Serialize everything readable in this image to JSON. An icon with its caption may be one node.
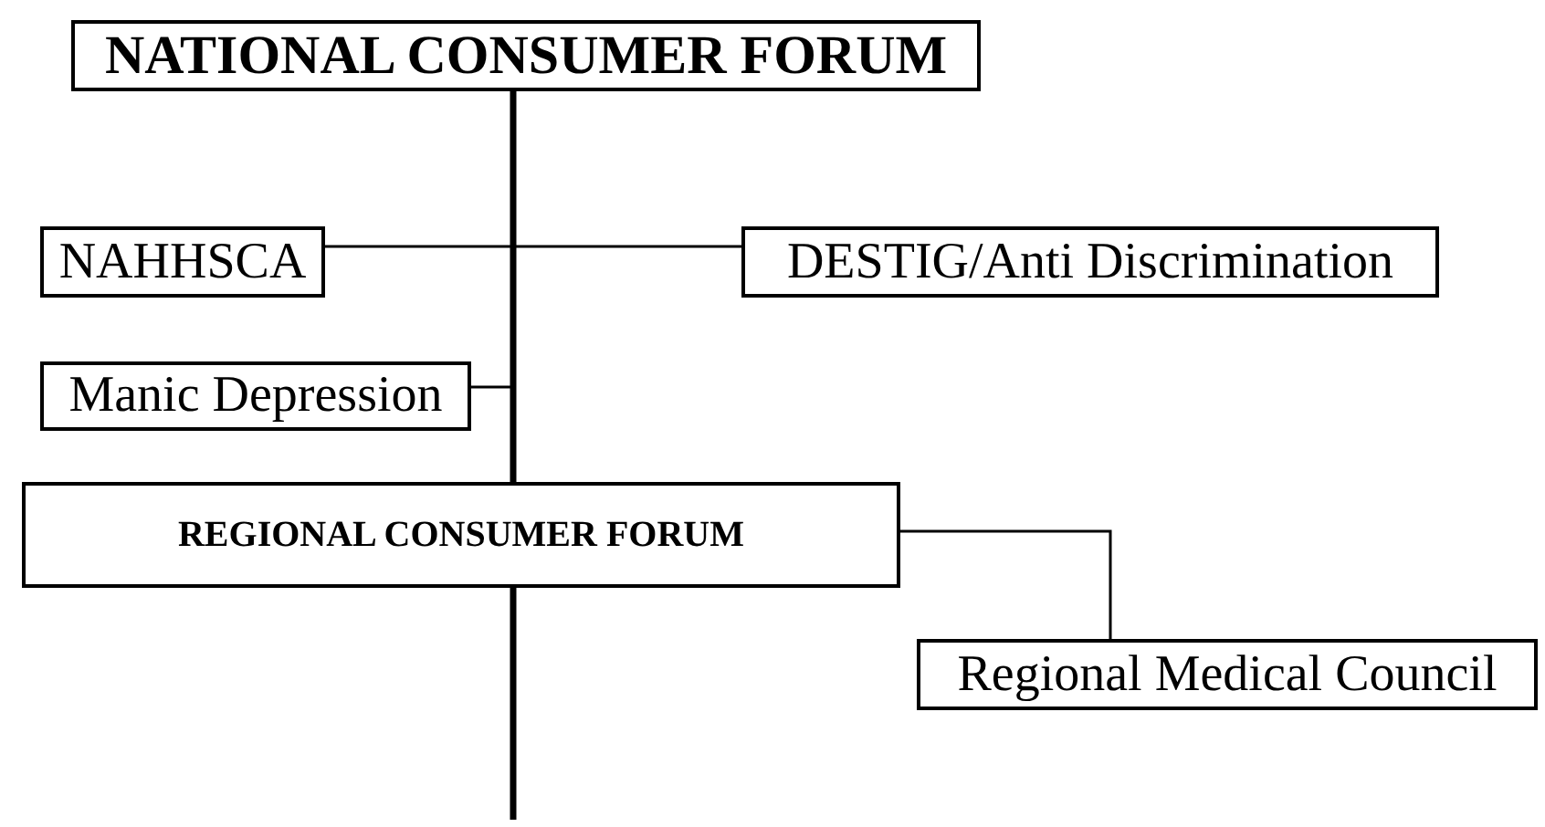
{
  "diagram": {
    "nodes": [
      {
        "text": [
          "NATIONAL CONSUMER FORUM"
        ]
      },
      {
        "text": [
          "NAHHSCA"
        ]
      },
      {
        "text": [
          "DESTIG/Anti Discrimination"
        ]
      },
      {
        "text": [
          "Manic Depression"
        ]
      },
      {
        "text": [
          "REGIONAL CONSUMER FORUM"
        ]
      },
      {
        "text": [
          "Regional Medical Council"
        ]
      }
    ],
    "edges": [
      {
        "from": 0,
        "to": 4,
        "arrow": "none",
        "style": "thick"
      },
      {
        "from": 1,
        "to": 2,
        "arrow": "none"
      },
      {
        "from": 3,
        "to": null,
        "arrow": "none"
      },
      {
        "from": 4,
        "to": null,
        "arrow": "none",
        "style": "thick"
      },
      {
        "from": 4,
        "to": 5,
        "arrow": "none"
      }
    ]
  }
}
